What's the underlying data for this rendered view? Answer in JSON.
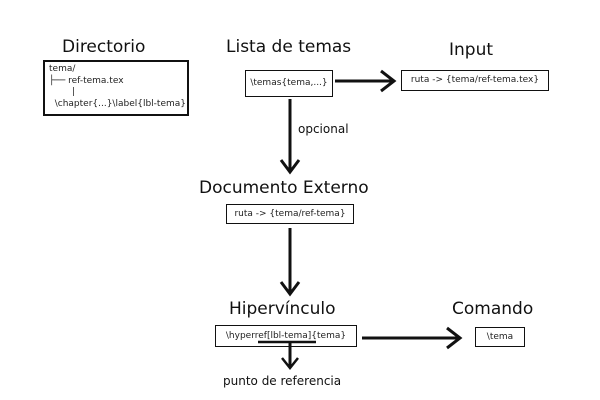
{
  "directory": {
    "title": "Directorio",
    "lines": [
      "tema/",
      "├── ref-tema.tex",
      "        |",
      "  \\chapter{...}\\label{lbl-tema}"
    ]
  },
  "topics_list": {
    "title": "Lista de temas",
    "content": "\\temas{tema,...}"
  },
  "input": {
    "title": "Input",
    "content": "ruta -> {tema/ref-tema.tex}"
  },
  "optional_label": "opcional",
  "external_doc": {
    "title": "Documento Externo",
    "content": "ruta -> {tema/ref-tema}"
  },
  "hyperlink": {
    "title": "Hipervínculo",
    "content": "\\hyperref[lbl-tema]{tema}"
  },
  "command": {
    "title": "Comando",
    "content": "\\tema"
  },
  "reference_point_label": "punto de referencia",
  "colors": {
    "stroke": "#111111",
    "background": "#ffffff"
  }
}
